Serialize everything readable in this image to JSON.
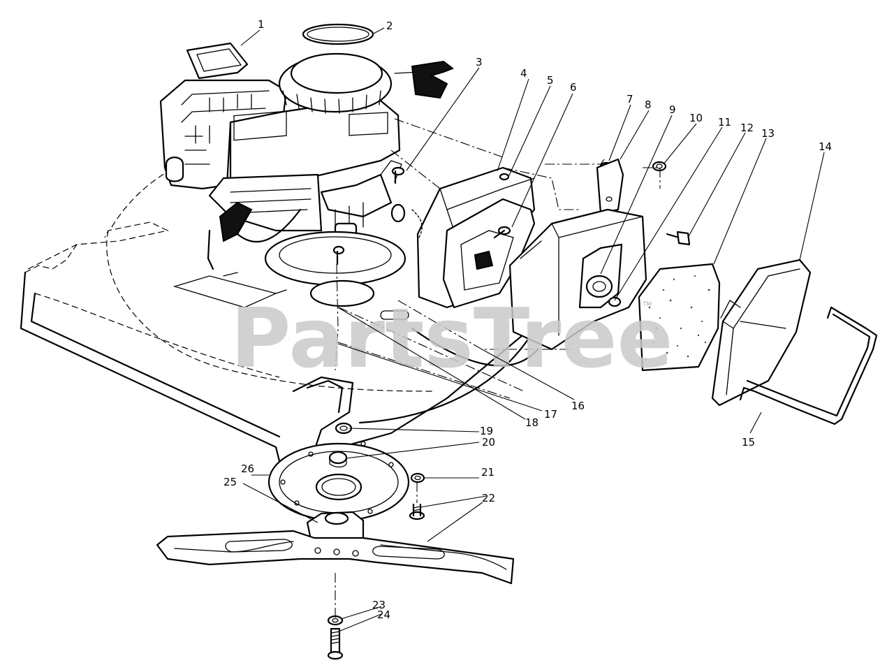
{
  "watermark": {
    "text": "PartsTree",
    "trademark": "TM"
  },
  "callouts": [
    {
      "id": "c1",
      "label": "1"
    },
    {
      "id": "c2",
      "label": "2"
    },
    {
      "id": "c3",
      "label": "3"
    },
    {
      "id": "c4",
      "label": "4"
    },
    {
      "id": "c5",
      "label": "5"
    },
    {
      "id": "c6",
      "label": "6"
    },
    {
      "id": "c7",
      "label": "7"
    },
    {
      "id": "c8",
      "label": "8"
    },
    {
      "id": "c9",
      "label": "9"
    },
    {
      "id": "c10",
      "label": "10"
    },
    {
      "id": "c11",
      "label": "11"
    },
    {
      "id": "c12",
      "label": "12"
    },
    {
      "id": "c13",
      "label": "13"
    },
    {
      "id": "c14",
      "label": "14"
    },
    {
      "id": "c15",
      "label": "15"
    },
    {
      "id": "c16",
      "label": "16"
    },
    {
      "id": "c17",
      "label": "17"
    },
    {
      "id": "c18",
      "label": "18"
    },
    {
      "id": "c19",
      "label": "19"
    },
    {
      "id": "c20",
      "label": "20"
    },
    {
      "id": "c21",
      "label": "21"
    },
    {
      "id": "c22",
      "label": "22"
    },
    {
      "id": "c23",
      "label": "23"
    },
    {
      "id": "c24",
      "label": "24"
    },
    {
      "id": "c25",
      "label": "25"
    },
    {
      "id": "c26",
      "label": "26"
    }
  ]
}
